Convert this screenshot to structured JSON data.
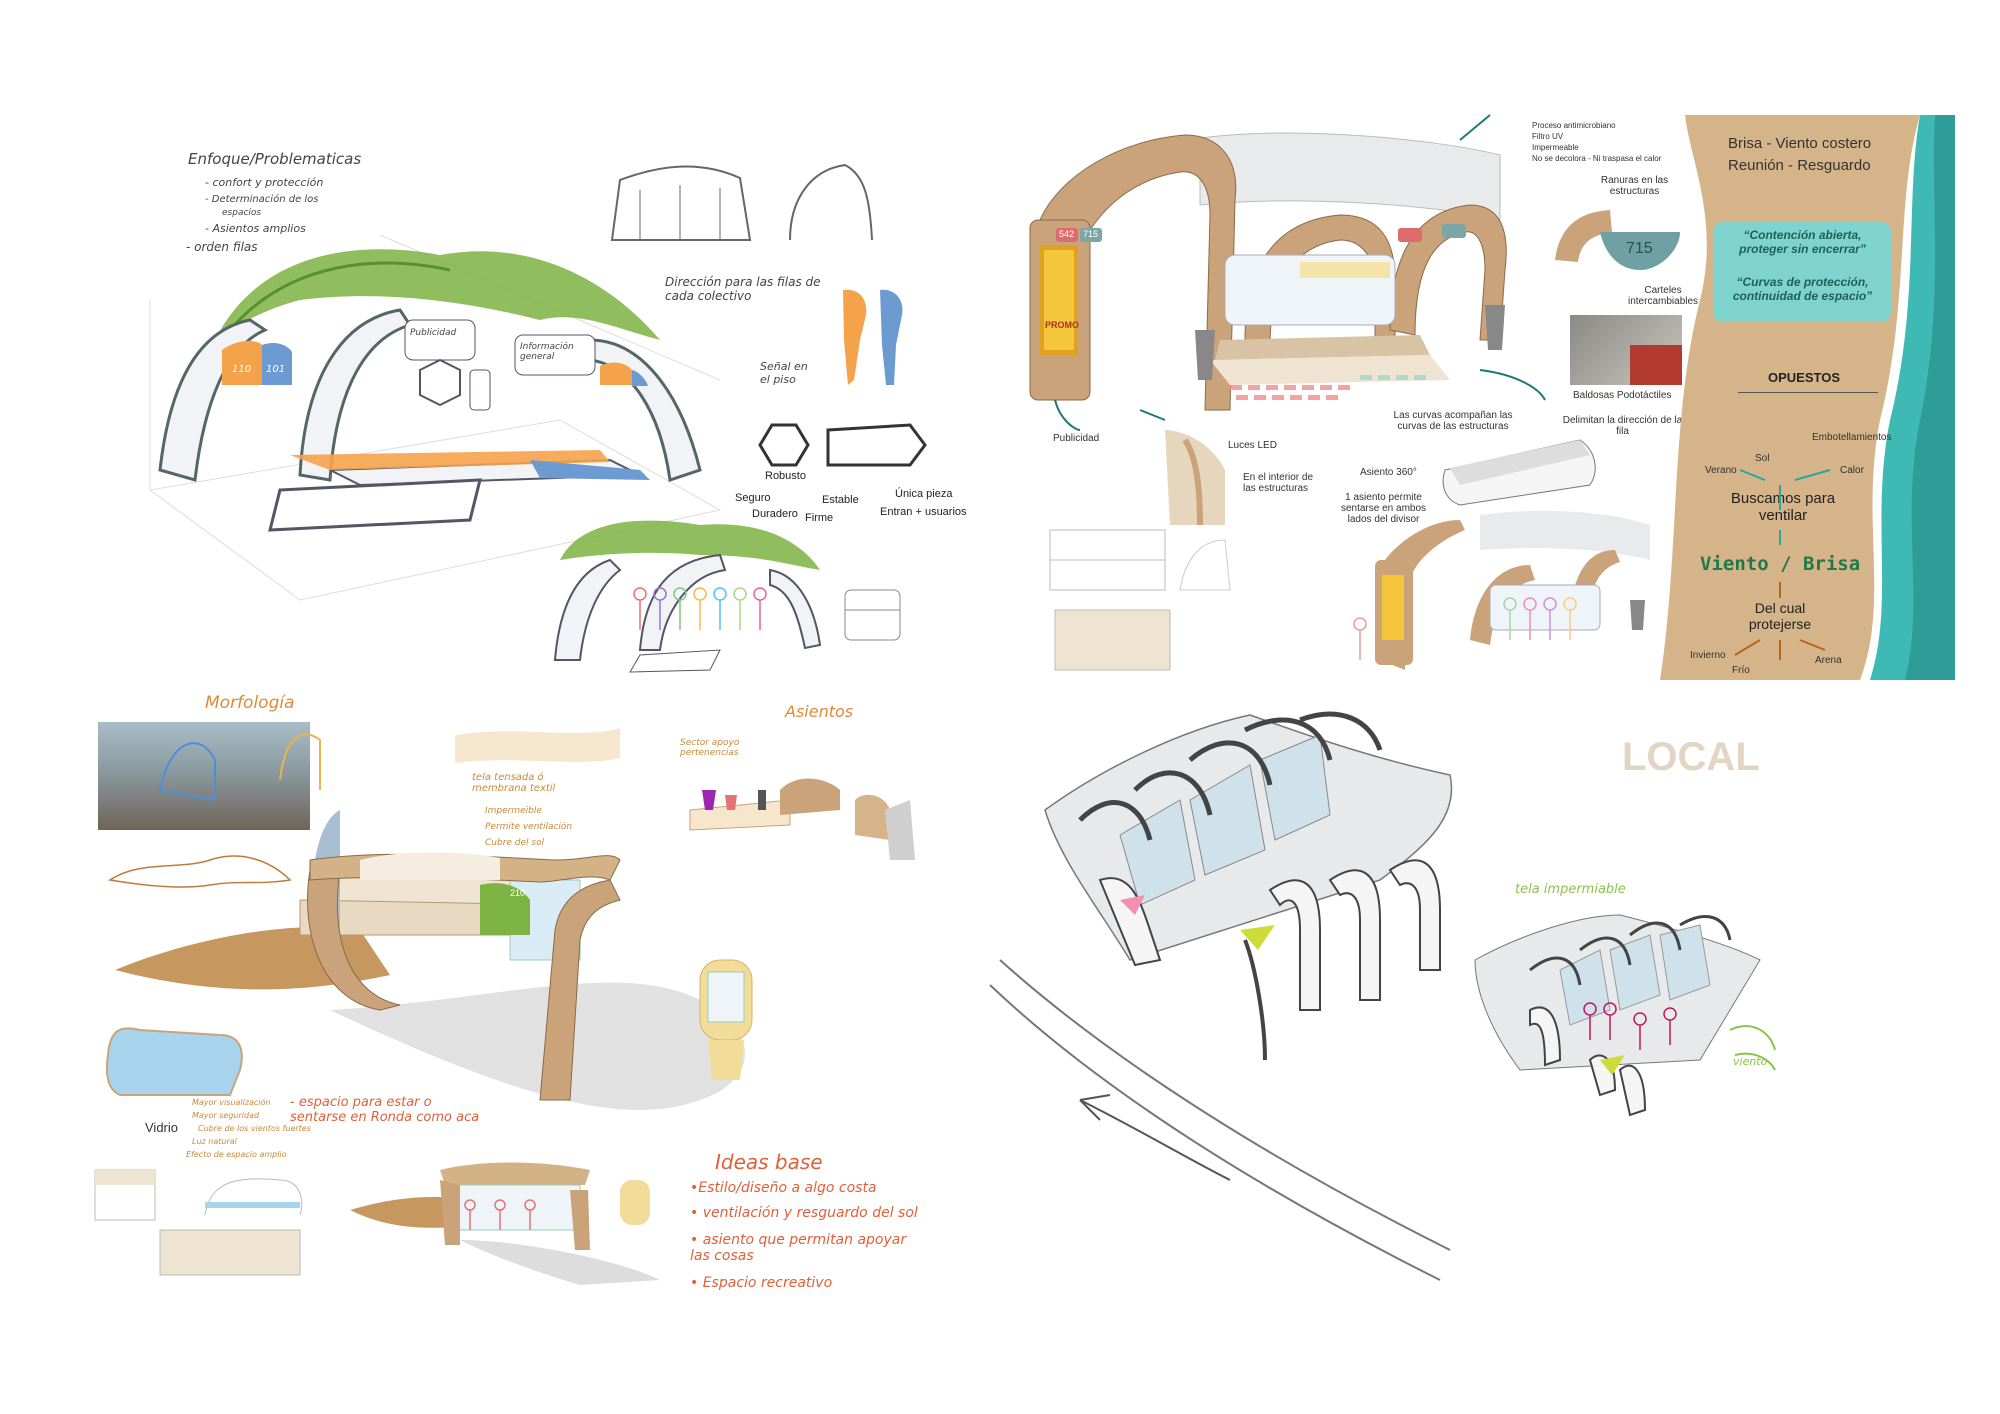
{
  "q1": {
    "title": "Enfoque/Problematicas",
    "items": [
      "- confort y protección",
      "- Determinación de los",
      "espacios",
      "- Asientos amplios",
      "- orden filas"
    ],
    "direction_label": "Dirección para las filas de cada colectivo",
    "floor_label": "Señal en el piso",
    "sign_110": "110",
    "sign_101": "101",
    "panel_publicidad": "Publicidad",
    "panel_info": "Información general",
    "robusto": "Robusto",
    "seguro": "Seguro",
    "duradero": "Duradero",
    "firme": "Firme",
    "estable": "Estable",
    "unica_pieza": "Única pieza",
    "entran": "Entran + usuarios"
  },
  "q2": {
    "fabric_lines": [
      "Proceso antimicrobiano",
      "Filtro UV",
      "Impermeable",
      "No se decolora - Ni traspasa el calor"
    ],
    "ranuras": "Ranuras en las estructuras",
    "carteles": "Carteles intercambiables",
    "display_number": "715",
    "sign_left": "542",
    "sign_right": "715",
    "baldosas": "Baldosas Podotáctiles",
    "delimitan": "Delimitan la dirección de la fila",
    "publicidad": "Publicidad",
    "luces": "Luces LED",
    "luces_desc": "En el interior de las estructuras",
    "curvas": "Las curvas acompañan las curvas de las estructuras",
    "asiento": "Asiento 360°",
    "asiento_desc": "1 asiento permite sentarse en ambos lados del divisor",
    "ad_text": "PROMO",
    "panel_header1": "Brisa - Viento costero",
    "panel_header2": "Reunión - Resguardo",
    "quote1": "“Contención abierta, proteger sin encerrar”",
    "quote2": "“Curvas de protección, continuidad de espacio”",
    "opuestos": "OPUESTOS",
    "embotellamientos": "Embotellamientos",
    "sol": "Sol",
    "verano": "Verano",
    "calor": "Calor",
    "buscamos": "Buscamos para ventilar",
    "viento": "Viento / Brisa",
    "del_cual": "Del cual protejerse",
    "invierno": "Invierno",
    "frio": "Frío",
    "arena": "Arena",
    "colors": {
      "sand": "#d5b48a",
      "teal": "#3fb9b3",
      "quote_bg": "#7fd3cf"
    }
  },
  "q3": {
    "morfologia": "Morfología",
    "asientos": "Asientos",
    "sector_apoyo": "Sector apoyo pertenencias",
    "tela": "tela tensada ó membrana textil",
    "tela_props": [
      "Impermeible",
      "Permite ventilación",
      "Cubre del sol"
    ],
    "vidrio": "Vidrio",
    "vidrio_props": [
      "Mayor visualización",
      "Mayor seguridad",
      "Cubre de los vientos fuertes",
      "Luz natural",
      "Efecto de espacio amplio"
    ],
    "espacio": "- espacio para estar o sentarse en Ronda como aca",
    "ideas_title": "Ideas base",
    "ideas": [
      "•Estilo/diseño a algo costa",
      "• ventilación y resguardo del sol",
      "• asiento que permitan apoyar las cosas",
      "• Espacio recreativo"
    ],
    "sign_text": "210"
  },
  "q4": {
    "local": "LOCAL",
    "tela_impermeable": "tela impermiable",
    "viento": "viento"
  }
}
